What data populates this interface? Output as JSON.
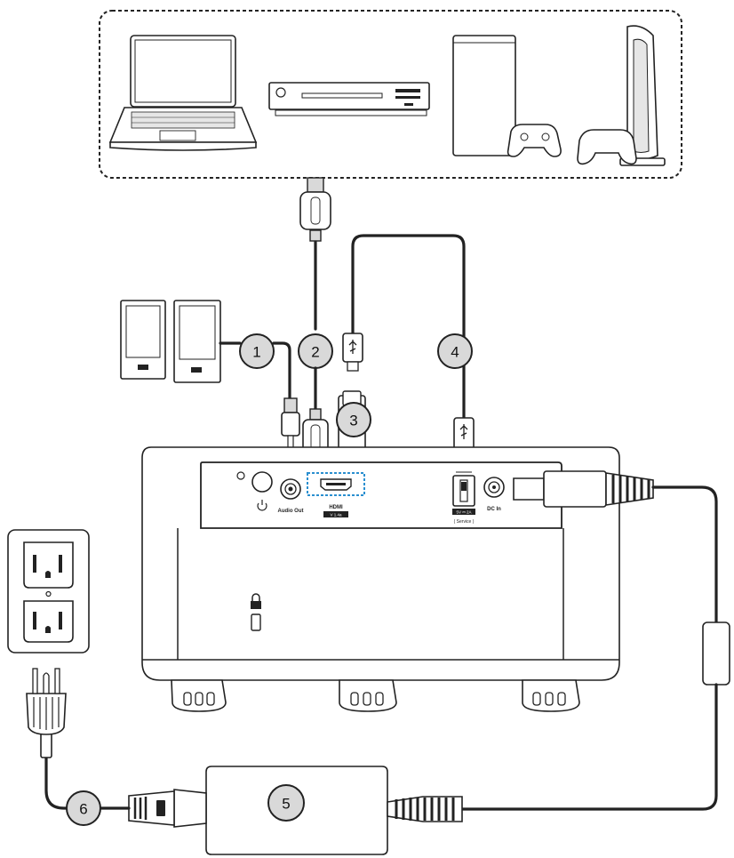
{
  "callouts": [
    {
      "id": "1",
      "label": "1"
    },
    {
      "id": "2",
      "label": "2"
    },
    {
      "id": "3",
      "label": "3"
    },
    {
      "id": "4",
      "label": "4"
    },
    {
      "id": "5",
      "label": "5"
    },
    {
      "id": "6",
      "label": "6"
    }
  ],
  "ports": {
    "audio_out": "Audio Out",
    "hdmi": "HDMI",
    "hdmi_version": "V 1.4a",
    "usb_rating": "5V ⎓ 2A",
    "usb_service": "( Service )",
    "dc_in": "DC In"
  },
  "colors": {
    "outline": "#222222",
    "callout_fill": "#d9d9d9",
    "hdmi_highlight": "#2a8fd0"
  },
  "icons": [
    "laptop-icon",
    "dvd-player-icon",
    "xbox-console-icon",
    "ps5-console-icon",
    "speakers-icon",
    "wall-outlet-icon",
    "power-plug-icon",
    "power-adapter-icon",
    "power-icon",
    "lock-icon",
    "usb-icon",
    "hdmi-icon"
  ]
}
